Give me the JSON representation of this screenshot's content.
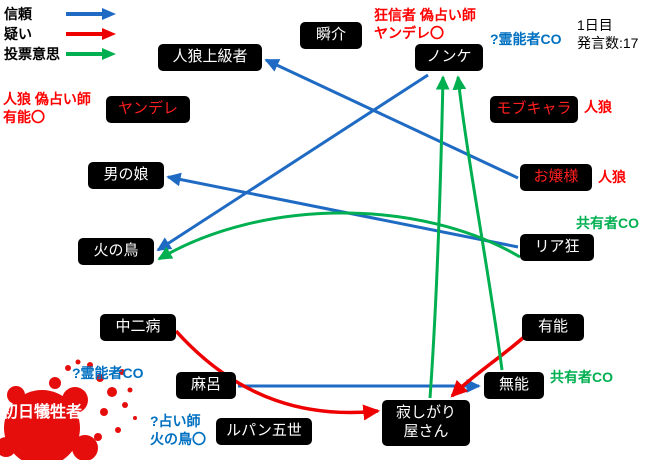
{
  "palette": {
    "trust_blue": "#1f6bc4",
    "doubt_red": "#ee0000",
    "vote_green": "#00b050",
    "box_black": "#000000",
    "role_red_text": "#ff1f1f",
    "annotation_red": "#ff0000",
    "annotation_blue": "#0070c0",
    "annotation_green": "#00b050",
    "blood_red": "#e60d0d"
  },
  "legend": {
    "trust": "信頼",
    "doubt": "疑い",
    "vote": "投票意思"
  },
  "annotations": {
    "top_left_roles": "人狼 偽占い師\n有能〇",
    "nonke_roles": "狂信者 偽占い師\nヤンデレ〇",
    "nonke_co": "?霊能者CO",
    "day_info": "1日目\n発言数:17",
    "mobchara_role": "人狼",
    "ojousama_role": "人狼",
    "riakyo_co": "共有者CO",
    "munou_co": "共有者CO",
    "maro_co": "?霊能者CO",
    "lupin_co": "?占い師\n火の鳥〇",
    "first_victim": "初日犠牲者"
  },
  "nodes": {
    "shunsuke": {
      "label": "瞬介"
    },
    "nonke": {
      "label": "ノンケ"
    },
    "jinro_joukyusha": {
      "label": "人狼上級者"
    },
    "yandere": {
      "label": "ヤンデレ"
    },
    "mobchara": {
      "label": "モブキャラ"
    },
    "otokonoko": {
      "label": "男の娘"
    },
    "ojousama": {
      "label": "お嬢様"
    },
    "hinotori": {
      "label": "火の鳥"
    },
    "riakyo": {
      "label": "リア狂"
    },
    "chuunibyou": {
      "label": "中二病"
    },
    "yuunou": {
      "label": "有能"
    },
    "maro": {
      "label": "麻呂"
    },
    "munou": {
      "label": "無能"
    },
    "lupin": {
      "label": "ルパン五世"
    },
    "sabishigari": {
      "label": "寂しがり\n屋さん"
    }
  },
  "edges": {
    "trust": [
      {
        "from": "お嬢様",
        "to": "人狼上級者"
      },
      {
        "from": "リア狂",
        "to": "男の娘"
      },
      {
        "from": "ノンケ",
        "to": "火の鳥"
      },
      {
        "from": "麻呂",
        "to": "無能"
      }
    ],
    "doubt": [
      {
        "from": "中二病",
        "to": "寂しがり屋さん"
      },
      {
        "from": "有能",
        "to": "寂しがり屋さん"
      }
    ],
    "vote": [
      {
        "from": "リア狂",
        "to": "火の鳥"
      },
      {
        "from": "無能",
        "to": "ノンケ"
      },
      {
        "from": "寂しがり屋さん",
        "to": "ノンケ"
      }
    ]
  }
}
